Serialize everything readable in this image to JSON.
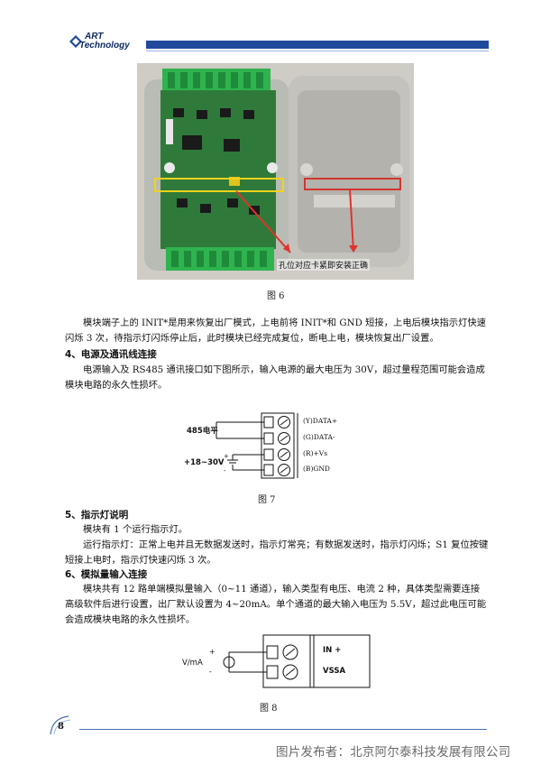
{
  "header": {
    "logo_line1": "ART",
    "logo_line2": "Technology",
    "brand_color": "#1f4a9c"
  },
  "figure6": {
    "photo_caption": "孔位对应卡紧即安装正确",
    "label": "图 6"
  },
  "para_init": "模块端子上的 INIT*是用来恢复出厂模式，上电前将 INIT*和 GND 短接，上电后模块指示灯快速闪烁 3 次，待指示灯闪烁停止后，此时模块已经完成复位，断电上电，模块恢复出厂设置。",
  "section4": {
    "title": "4、电源及通讯线连接",
    "para": "电源输入及 RS485 通讯接口如下图所示，输入电源的最大电压为 30V，超过量程范围可能会造成模块电路的永久性损坏。"
  },
  "figure7": {
    "left_label_top": "485电平",
    "left_label_bottom": "+18~30V",
    "pins": [
      "(Y)DATA+",
      "(G)DATA-",
      "(R)+Vs",
      "(B)GND"
    ],
    "label": "图 7"
  },
  "section5": {
    "title": "5、指示灯说明",
    "para1": "模块有 1 个运行指示灯。",
    "para2": "运行指示灯：正常上电并且无数据发送时，指示灯常亮；有数据发送时，指示灯闪烁；S1 复位按键短接上电时，指示灯快速闪烁 3 次。"
  },
  "section6": {
    "title": "6、模拟量输入连接",
    "para": "模块共有 12 路单端模拟量输入（0~11 通道），输入类型有电压、电流 2 种，具体类型需要连接高级软件后进行设置，出厂默认设置为 4~20mA。单个通道的最大输入电压为 5.5V，超过此电压可能会造成模块电路的永久性损坏。"
  },
  "figure8": {
    "source_label": "V/mA",
    "plus": "+",
    "minus": "-",
    "pin_top": "IN +",
    "pin_bottom": "VSSA",
    "label": "图 8"
  },
  "footer": {
    "page_number": "8",
    "credit": "图片发布者：北京阿尔泰科技发展有限公司"
  }
}
